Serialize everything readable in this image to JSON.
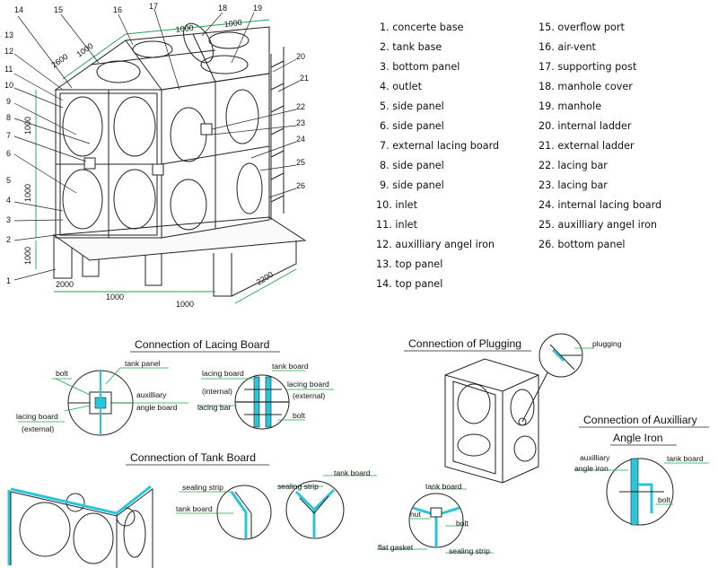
{
  "legend_left": [
    {
      "num": "1",
      "text": "concerte base"
    },
    {
      "num": "2",
      "text": "tank base"
    },
    {
      "num": "3",
      "text": "bottom panel"
    },
    {
      "num": "4",
      "text": "outlet"
    },
    {
      "num": "5",
      "text": "side panel"
    },
    {
      "num": "6",
      "text": "side panel"
    },
    {
      "num": "7",
      "text": "external lacing board"
    },
    {
      "num": "8",
      "text": "side panel"
    },
    {
      "num": "9",
      "text": "side panel"
    },
    {
      "num": "10",
      "text": "inlet"
    },
    {
      "num": "11",
      "text": "inlet"
    },
    {
      "num": "12",
      "text": "auxilliary angel iron"
    },
    {
      "num": "13",
      "text": "top panel"
    },
    {
      "num": "14",
      "text": "top panel"
    }
  ],
  "legend_right": [
    {
      "num": "15",
      "text": "overflow port"
    },
    {
      "num": "16",
      "text": "air-vent"
    },
    {
      "num": "17",
      "text": "supporting post"
    },
    {
      "num": "18",
      "text": "manhole cover"
    },
    {
      "num": "19",
      "text": "manhole"
    },
    {
      "num": "20",
      "text": "internal ladder"
    },
    {
      "num": "21",
      "text": "external ladder"
    },
    {
      "num": "22",
      "text": "lacing bar"
    },
    {
      "num": "23",
      "text": "lacing bar"
    },
    {
      "num": "24",
      "text": "internal lacing board"
    },
    {
      "num": "25",
      "text": "auxilliary angel iron"
    },
    {
      "num": "26",
      "text": "bottom panel"
    }
  ],
  "tank_callouts": {
    "top_numbers": [
      "14",
      "15",
      "16",
      "17",
      "18",
      "19"
    ],
    "left_numbers": [
      "13",
      "12",
      "11",
      "10",
      "9",
      "8",
      "7",
      "6",
      "5",
      "4",
      "3",
      "2",
      "1"
    ],
    "right_numbers": [
      "20",
      "21",
      "22",
      "23",
      "24",
      "25",
      "26"
    ],
    "dimensions": [
      "1000",
      "1000",
      "1000",
      "1000",
      "1000",
      "1000",
      "1000",
      "1000",
      "2000",
      "2200",
      "2600"
    ]
  },
  "sections": {
    "lacing_board": {
      "title": "Connection of Lacing Board",
      "labels": [
        "tank panel",
        "bolt",
        "auxilliary",
        "angle board",
        "lacing board",
        "(external)",
        "tank board",
        "lacing board",
        "(internal)",
        "lacing board",
        "(external)",
        "lacing bar",
        "bolt"
      ]
    },
    "plugging": {
      "title": "Connection of Plugging",
      "labels": [
        "plugging"
      ]
    },
    "auxiliary": {
      "title_line1": "Connection of Auxilliary",
      "title_line2": "Angle Iron",
      "labels": [
        "auxilliary",
        "angle iron",
        "tank board",
        "bolt"
      ]
    },
    "tank_board": {
      "title": "Connection of Tank Board",
      "labels": [
        "sealing strip",
        "tank board",
        "sealing strip",
        "tank board",
        "tank board",
        "nut",
        "bolt",
        "flat gasket",
        "sealing strip"
      ]
    }
  },
  "colors": {
    "accent": "#28c6d8",
    "green": "#1aa64a",
    "line": "#222222"
  }
}
